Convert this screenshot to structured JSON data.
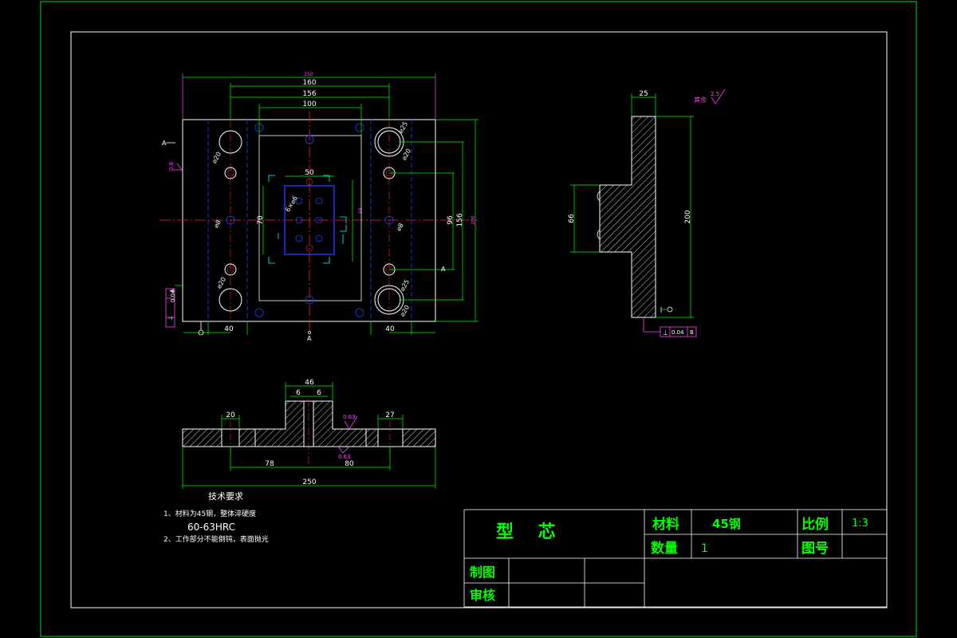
{
  "colors": {
    "background": "#000000",
    "outer_frame": "#00e000",
    "inner_frame": "#ffffff",
    "part_outline": "#ffffff",
    "dimension": "#00ff00",
    "center_line": "#ff2020",
    "hidden_line": "#2040ff",
    "annotation": "#ff40ff",
    "hatch": "#ffffff",
    "hole": "#ffff00",
    "cyan": "#00ffff"
  },
  "front_view": {
    "dims": {
      "overall_width": "250",
      "bolt_spacing": "160",
      "pin_spacing": "156",
      "pocket_width": "100",
      "pocket_inner_width": "50",
      "pocket_height": "70",
      "left_edge": "40",
      "right_edge": "40",
      "hole_pitch_96": "96",
      "hole_pitch_156": "156",
      "overall_height": "200",
      "center_height": "98",
      "hole_d20_a": "⌀20",
      "hole_d20_b": "⌀20",
      "hole_d20_c": "⌀20",
      "hole_d8_a": "⌀8",
      "hole_d8_b": "⌀8",
      "hole_d25_a": "⌀25",
      "hole_d25_b": "⌀25",
      "hole_d20_d": "⌀20",
      "pocket_holes": "6×⌀6"
    },
    "section_a_top": "A",
    "section_a_bottom": "A",
    "section_a_right": "A",
    "roughness_left": "0.8",
    "tolerance_box": {
      "symbol": "⊥",
      "value": "0.04",
      "datum": "A"
    }
  },
  "side_view": {
    "dims": {
      "thickness": "25",
      "boss_height": "66",
      "overall_height": "200"
    },
    "roughness": {
      "label": "其余",
      "value": "2.5"
    },
    "tolerance_box": {
      "symbol": "⊥",
      "value": "0.04",
      "datum": "B"
    },
    "datum_b": "B"
  },
  "section_view": {
    "dims": {
      "top_width": "46",
      "slot_left": "6",
      "slot_right": "6",
      "left_hole": "20",
      "right_hole": "27",
      "left_offset": "78",
      "right_offset": "80",
      "overall_width": "250"
    },
    "roughness_1": "0.63",
    "roughness_2": "0.63"
  },
  "tech_notes": {
    "heading": "技术要求",
    "line1": "1、材料为45钢，整体淬硬度",
    "line1_value": "60-63HRC",
    "line2": "2、工作部分不能倒钝，表面抛光"
  },
  "title_block": {
    "part_name": "型    芯",
    "material_label": "材料",
    "material_value": "45钢",
    "scale_label": "比例",
    "scale_value": "1:3",
    "quantity_label": "数量",
    "quantity_value": "1",
    "drawing_no_label": "图号",
    "drawn_label": "制图",
    "checked_label": "审核"
  }
}
